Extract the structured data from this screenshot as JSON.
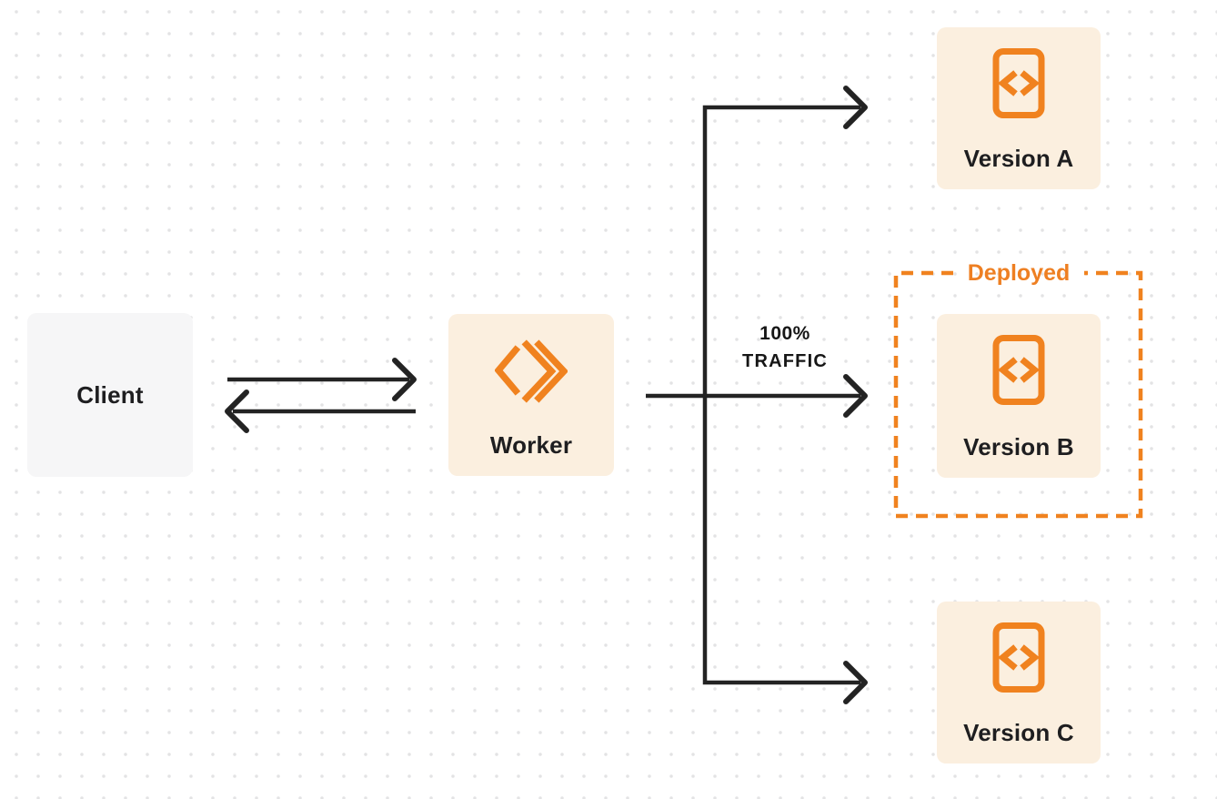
{
  "diagram": {
    "nodes": {
      "client": {
        "label": "Client"
      },
      "worker": {
        "label": "Worker",
        "icon": "workers-logo-icon"
      },
      "version_a": {
        "label": "Version A",
        "icon": "code-file-icon"
      },
      "version_b": {
        "label": "Version B",
        "icon": "code-file-icon"
      },
      "version_c": {
        "label": "Version C",
        "icon": "code-file-icon"
      }
    },
    "annotations": {
      "deployed": "Deployed",
      "traffic_percent": "100%",
      "traffic_word": "TRAFFIC"
    },
    "colors": {
      "accent_orange": "#F0821F",
      "deployed_text_orange": "#EE7F22",
      "node_cream": "#FBEFDF",
      "node_gray": "#F6F6F7",
      "connector_dark": "#232323",
      "label_dark": "#1E1E20",
      "dot_grid": "#E3E3E4",
      "background": "#FFFFFF"
    }
  }
}
